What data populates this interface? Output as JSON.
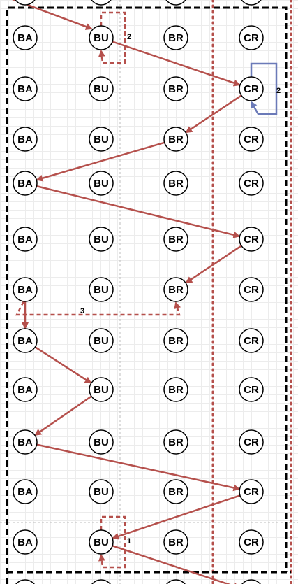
{
  "diagram": {
    "node_labels": [
      "BA",
      "BU",
      "BR",
      "CR"
    ],
    "row_count": 11,
    "colors": {
      "arrow": "#b5504c",
      "self_loop_highlight": "#6b7ab8",
      "border": "#000000",
      "column_divider": "#b5504c"
    },
    "arrows": [
      {
        "from": "row0-BU",
        "to": "row1-CR"
      },
      {
        "from": "row1-CR",
        "to": "row2-BR"
      },
      {
        "from": "row2-BR",
        "to": "row3-BA"
      },
      {
        "from": "row3-BA",
        "to": "row4-CR"
      },
      {
        "from": "row4-CR",
        "to": "row5-BR"
      },
      {
        "from": "row5-BA",
        "to": "row6-BA"
      },
      {
        "from": "row6-BA",
        "to": "row7-BU"
      },
      {
        "from": "row7-BU",
        "to": "row8-BA"
      },
      {
        "from": "row8-BA",
        "to": "row9-CR"
      },
      {
        "from": "row9-CR",
        "to": "row10-BU"
      },
      {
        "from": "row10-BU",
        "to": "next-CR"
      }
    ],
    "loops": [
      {
        "node": "row0-BU",
        "label": "2",
        "style": "dashed"
      },
      {
        "node": "row1-CR",
        "label": "2",
        "style": "solid"
      },
      {
        "node": "row5-BA",
        "target": "row5-BR",
        "label": "3",
        "style": "dashed"
      },
      {
        "node": "row10-BU",
        "label": "1",
        "style": "dashed"
      }
    ]
  }
}
